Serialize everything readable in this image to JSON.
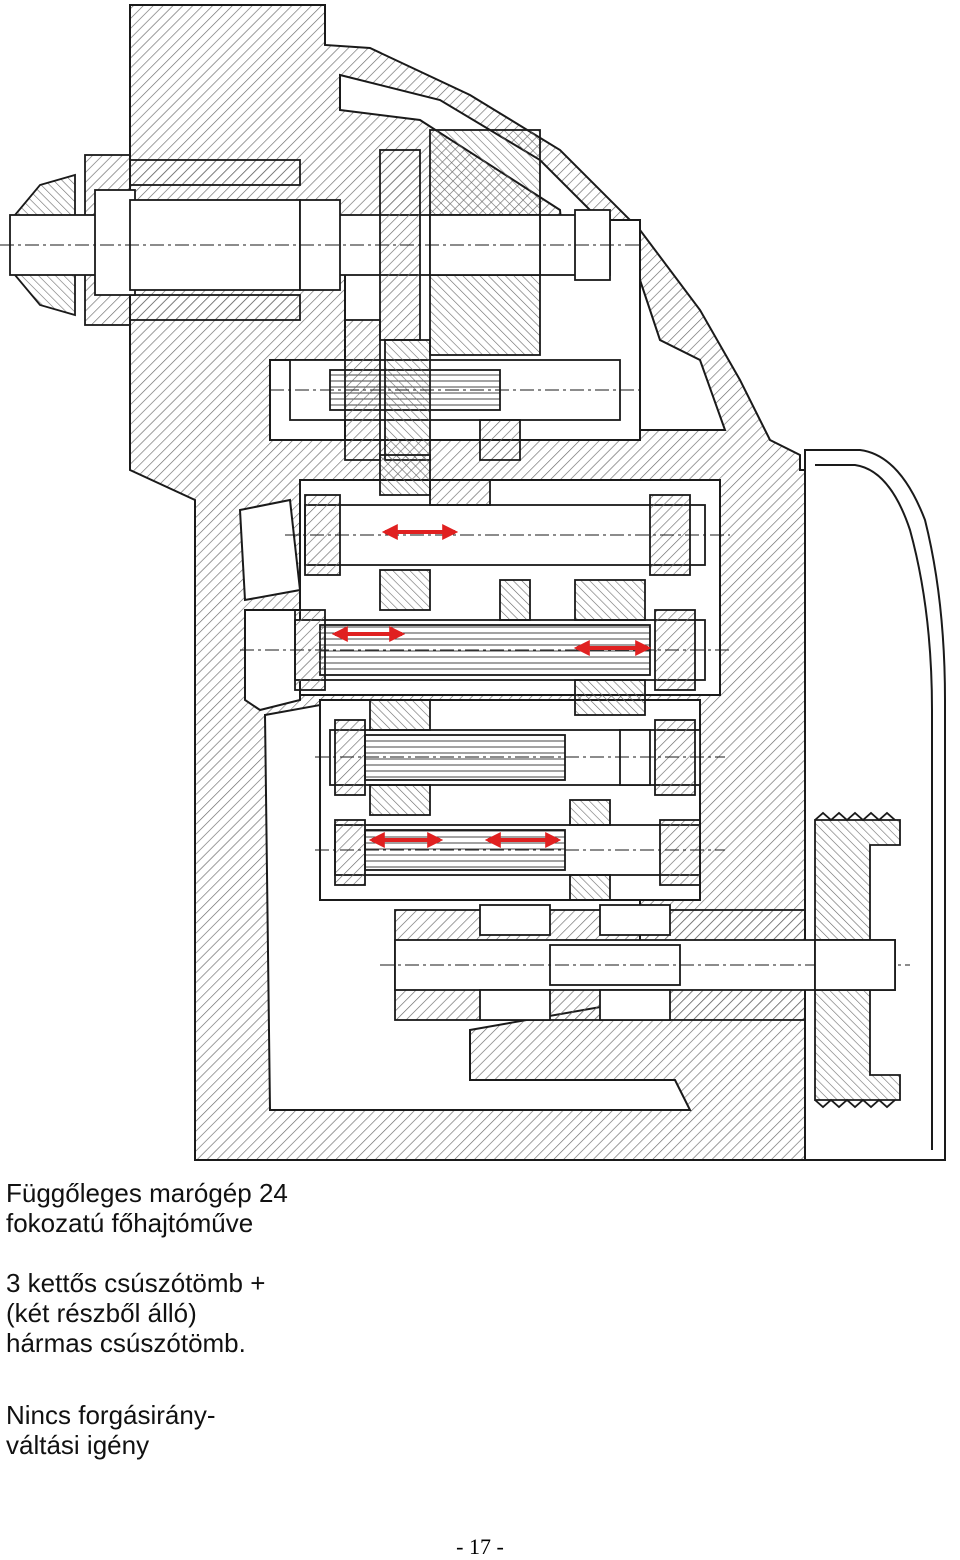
{
  "caption": {
    "title_lines": [
      "Függőleges marógép 24",
      "fokozatú főhajtóműve"
    ],
    "description_lines": [
      "3 kettős csúszótömb +",
      "(két részből álló)",
      "hármas csúszótömb."
    ],
    "note_lines": [
      "Nincs forgásirány-",
      "váltási igény"
    ]
  },
  "page_number": "- 17 -",
  "colors": {
    "line": "#1a1a1a",
    "hatch": "#6a6a6a",
    "arrow": "#e02020"
  },
  "drawing": {
    "subject": "gearbox cross-section",
    "sliding_block_arrow_count": 5
  }
}
